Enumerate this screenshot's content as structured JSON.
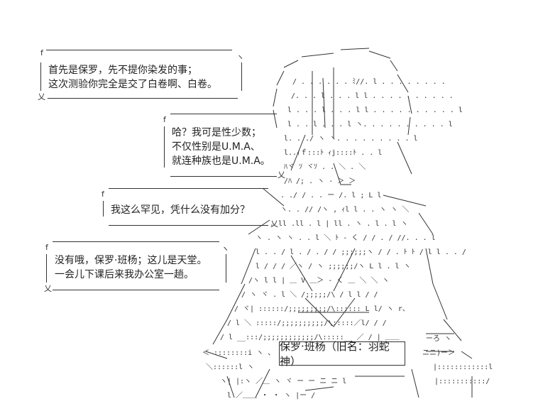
{
  "bubbles": [
    {
      "lines": [
        "首先是保罗，先不提你染发的事；",
        "这次测验你完全是交了白卷啊、白卷。"
      ]
    },
    {
      "lines": [
        "哈？我可是性少数；",
        "不仅性别是U.M.A、",
        "就连种族也是U.M.A。"
      ]
    },
    {
      "lines": [
        "我这么罕见，凭什么没有加分？"
      ]
    },
    {
      "lines": [
        "没有哦，保罗·班杨；这儿是天堂。",
        "一会儿下课后来我办公室一趟。"
      ]
    }
  ],
  "name_label": "保罗·班杨（旧名：羽蛇神）"
}
